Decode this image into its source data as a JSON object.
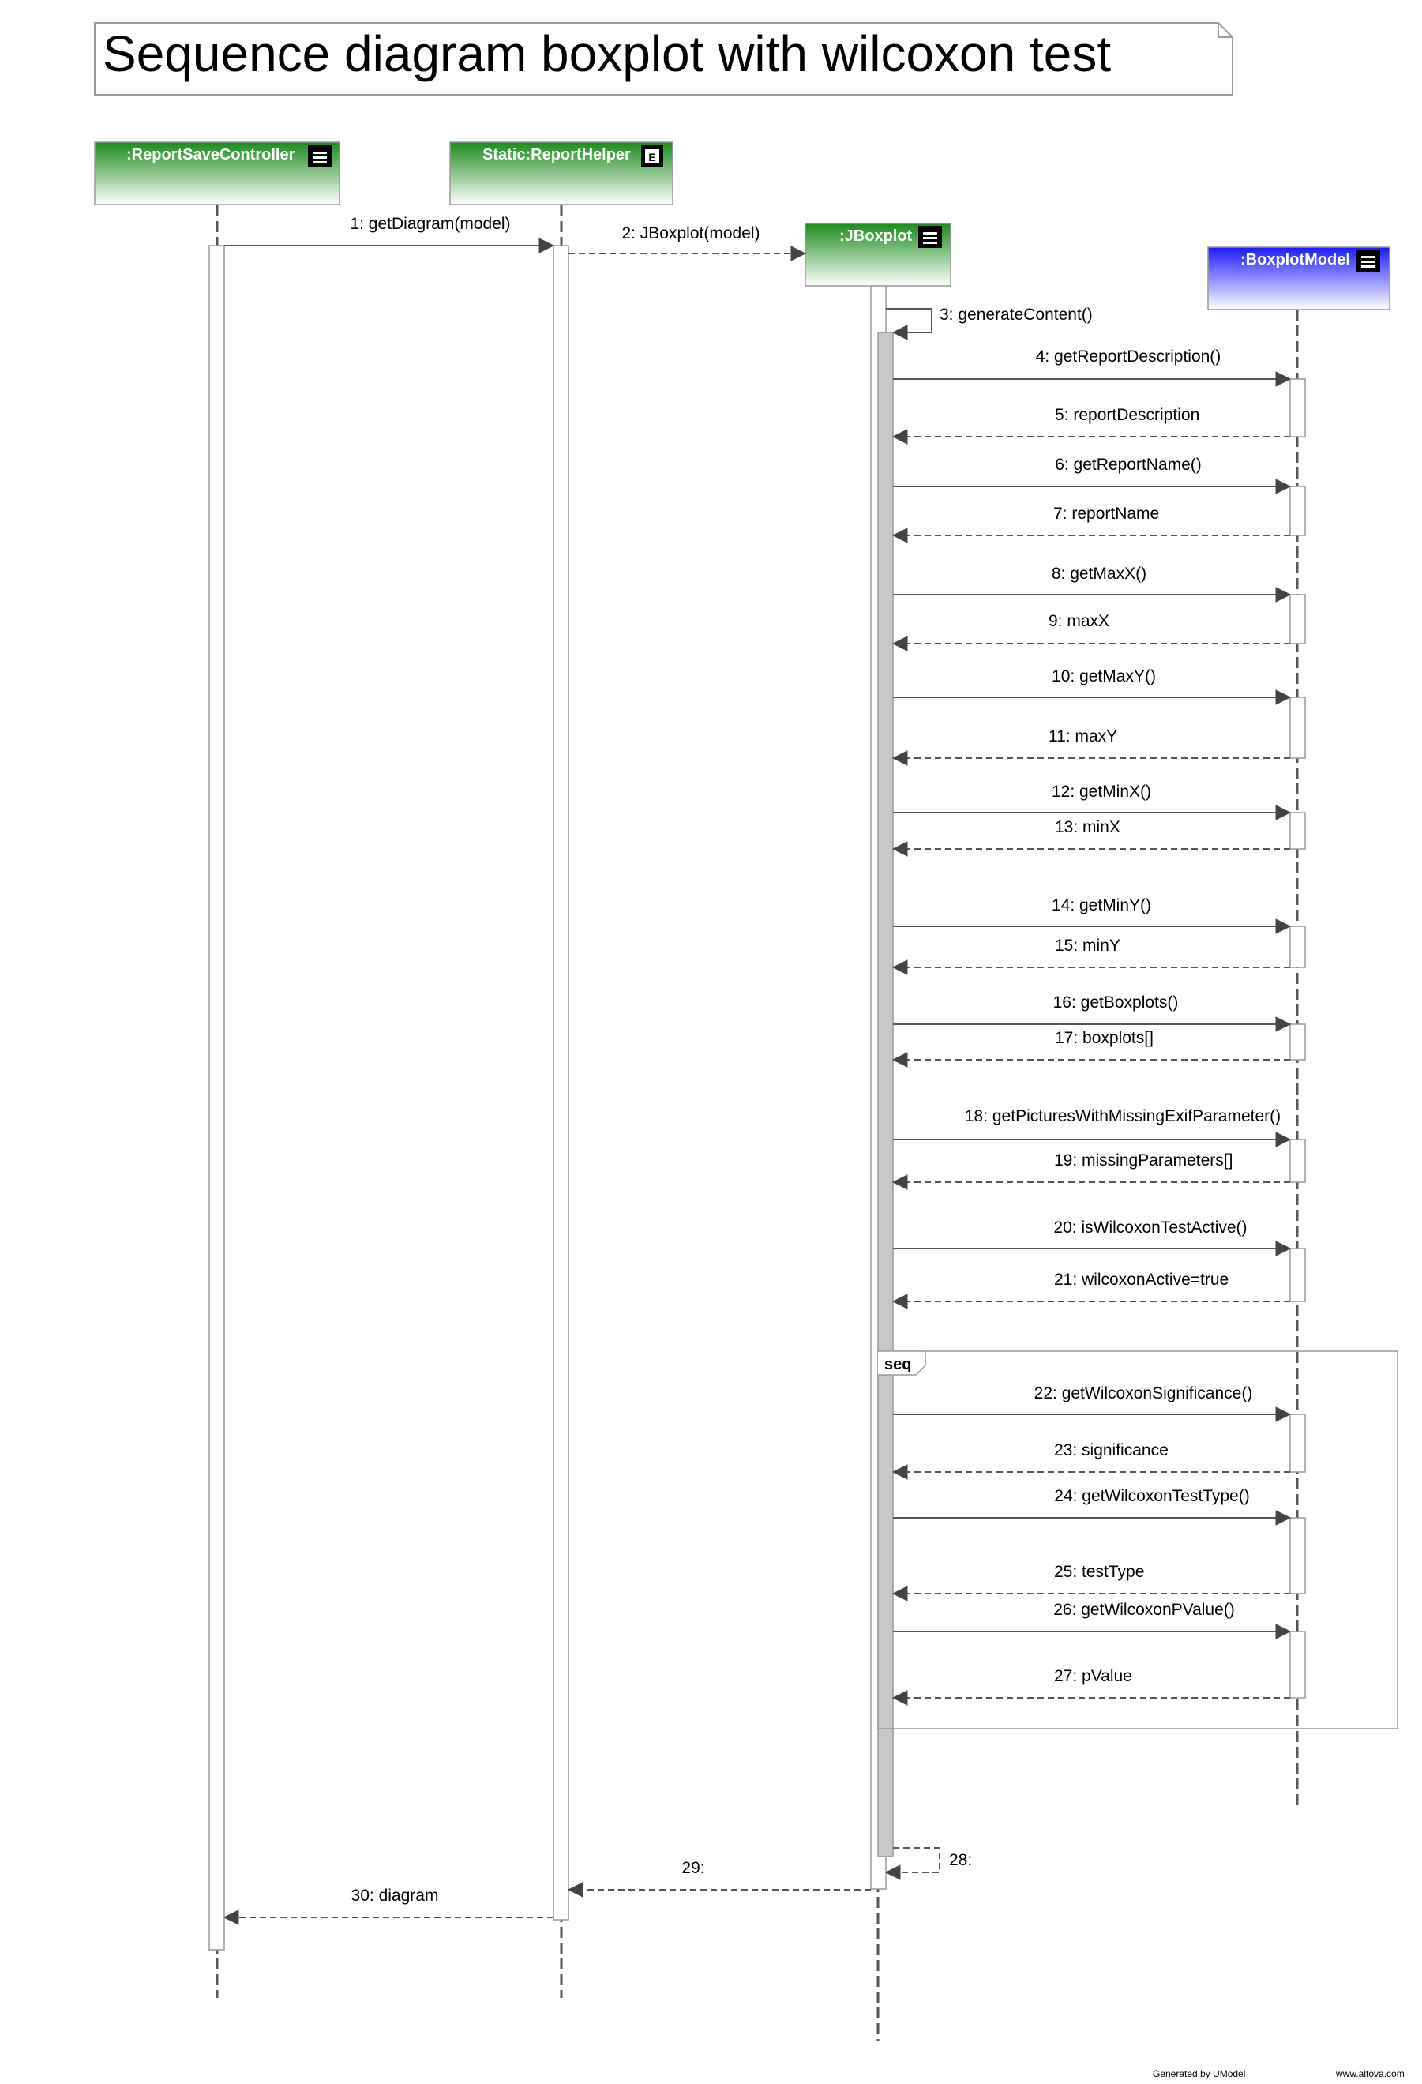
{
  "title": "Sequence diagram boxplot with wilcoxon test",
  "lifelines": [
    {
      "name": ":ReportSaveController",
      "icon": "menu-icon",
      "color": "#1a8c1a"
    },
    {
      "name": "Static:ReportHelper",
      "icon": "static-e-icon",
      "color": "#1a8c1a"
    },
    {
      "name": ":JBoxplot",
      "icon": "menu-icon",
      "color": "#1a8c1a"
    },
    {
      "name": ":BoxplotModel",
      "icon": "menu-icon",
      "color": "#1a1aff"
    }
  ],
  "messages": [
    {
      "label": "1: getDiagram(model)",
      "kind": "call"
    },
    {
      "label": "2: JBoxplot(model)",
      "kind": "create"
    },
    {
      "label": "3: generateContent()",
      "kind": "self"
    },
    {
      "label": "4: getReportDescription()",
      "kind": "call"
    },
    {
      "label": "5:  reportDescription",
      "kind": "return"
    },
    {
      "label": "6: getReportName()",
      "kind": "call"
    },
    {
      "label": "7: reportName",
      "kind": "return"
    },
    {
      "label": "8: getMaxX()",
      "kind": "call"
    },
    {
      "label": "9: maxX",
      "kind": "return"
    },
    {
      "label": "10: getMaxY()",
      "kind": "call"
    },
    {
      "label": "11: maxY",
      "kind": "return"
    },
    {
      "label": "12: getMinX()",
      "kind": "call"
    },
    {
      "label": "13: minX",
      "kind": "return"
    },
    {
      "label": "14: getMinY()",
      "kind": "call"
    },
    {
      "label": "15: minY",
      "kind": "return"
    },
    {
      "label": "16: getBoxplots()",
      "kind": "call"
    },
    {
      "label": "17: boxplots[]",
      "kind": "return"
    },
    {
      "label": "18: getPicturesWithMissingExifParameter()",
      "kind": "call"
    },
    {
      "label": "19: missingParameters[]",
      "kind": "return"
    },
    {
      "label": "20: isWilcoxonTestActive()",
      "kind": "call"
    },
    {
      "label": "21: wilcoxonActive=true",
      "kind": "return"
    },
    {
      "label": "22: getWilcoxonSignificance()",
      "kind": "call"
    },
    {
      "label": "23: significance",
      "kind": "return"
    },
    {
      "label": "24: getWilcoxonTestType()",
      "kind": "call"
    },
    {
      "label": "25: testType",
      "kind": "return"
    },
    {
      "label": "26: getWilcoxonPValue()",
      "kind": "call"
    },
    {
      "label": "27: pValue",
      "kind": "return"
    },
    {
      "label": "28:",
      "kind": "self-return"
    },
    {
      "label": "29:",
      "kind": "return"
    },
    {
      "label": "30: diagram",
      "kind": "return"
    }
  ],
  "fragment": {
    "operator": "seq"
  },
  "footer": {
    "left": "Generated by UModel",
    "right": "www.altova.com"
  }
}
